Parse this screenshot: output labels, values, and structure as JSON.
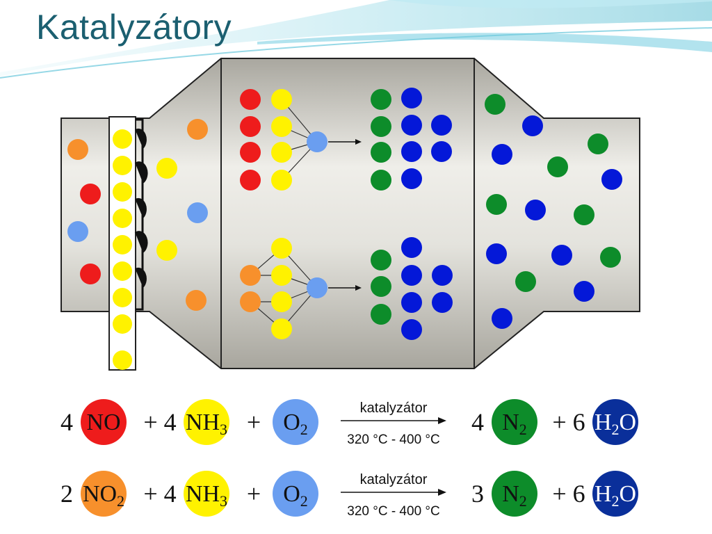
{
  "title": "Katalyzátory",
  "colors": {
    "no": "#ee1c1c",
    "no2": "#f7902c",
    "nh3": "#fff200",
    "o2": "#6a9ef0",
    "n2": "#0d8c2a",
    "h2o": "#0418d8",
    "h2o_dark": "#0a2f9a",
    "title": "#1b5f70",
    "accent": "#5bc4d8"
  },
  "equations": [
    {
      "coef1": "4",
      "reactant1": "NO",
      "reactant1_color": "no",
      "op2": "+ 4",
      "reactant2": "NH",
      "reactant2_sub": "3",
      "op3": "+",
      "reactant3": "O",
      "reactant3_sub": "2",
      "arrow_top": "katalyzátor",
      "arrow_bottom": "320 °C - 400 °C",
      "coef4": "4",
      "product1": "N",
      "product1_sub": "2",
      "op5": "+ 6",
      "product2": "H",
      "product2_sub": "2",
      "product2_tail": "O"
    },
    {
      "coef1": "2",
      "reactant1": "NO",
      "reactant1_sub": "2",
      "reactant1_color": "no2",
      "op2": "+ 4",
      "reactant2": "NH",
      "reactant2_sub": "3",
      "op3": "+",
      "reactant3": "O",
      "reactant3_sub": "2",
      "arrow_top": "katalyzátor",
      "arrow_bottom": "320 °C - 400 °C",
      "coef4": "3",
      "product1": "N",
      "product1_sub": "2",
      "op5": "+ 6",
      "product2": "H",
      "product2_sub": "2",
      "product2_tail": "O"
    }
  ]
}
